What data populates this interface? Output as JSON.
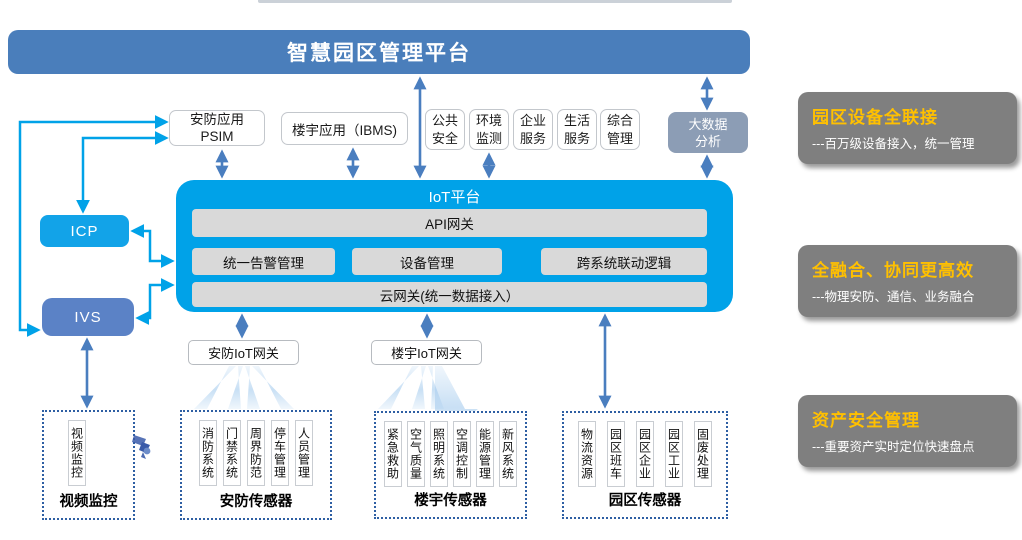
{
  "banner": {
    "title": "智慧园区管理平台"
  },
  "apps": {
    "psim": "安防应用\nPSIM",
    "ibms": "楼宇应用（IBMS)",
    "services": [
      "公共\n安全",
      "环境\n监测",
      "企业\n服务",
      "生活\n服务",
      "综合\n管理"
    ],
    "bigdata": "大数据\n分析"
  },
  "left_nodes": {
    "icp": "ICP",
    "ivs": "IVS"
  },
  "platform": {
    "title": "IoT平台",
    "api_gateway": "API网关",
    "modules": [
      "统一告警管理",
      "设备管理",
      "跨系统联动逻辑"
    ],
    "cloud_gateway": "云网关(统一数据接入）"
  },
  "gateways": {
    "security": "安防IoT网关",
    "building": "楼宇IoT网关"
  },
  "sensor_groups": {
    "video": {
      "items": [
        "视频监控"
      ],
      "label": "视频监控"
    },
    "security": {
      "items": [
        "消防系统",
        "门禁系统",
        "周界防范",
        "停车管理",
        "人员管理"
      ],
      "label": "安防传感器"
    },
    "building": {
      "items": [
        "紧急救助",
        "空气质量",
        "照明系统",
        "空调控制",
        "能源管理",
        "新风系统"
      ],
      "label": "楼宇传感器"
    },
    "park": {
      "items": [
        "物流资源",
        "园区班车",
        "园区企业",
        "园区工业",
        "固废处理"
      ],
      "label": "园区传感器"
    }
  },
  "benefits": [
    {
      "title": "园区设备全联接",
      "desc": "---百万级设备接入，统一管理"
    },
    {
      "title": "全融合、协同更高效",
      "desc": "---物理安防、通信、业务融合"
    },
    {
      "title": "资产安全管理",
      "desc": "---重要资产实时定位快速盘点"
    }
  ],
  "colors": {
    "banner": "#4A7EBB",
    "platform": "#00A2E8",
    "ivs": "#5B82C6",
    "bigdata": "#8C9DB5",
    "module_bar": "#D9D9D9",
    "panel": "#7F7F7F",
    "accent_orange": "#FFC000",
    "arrow_steel": "#4A7EBF",
    "arrow_cyan": "#00A2E8",
    "dashed_border": "#2E5FA3"
  }
}
